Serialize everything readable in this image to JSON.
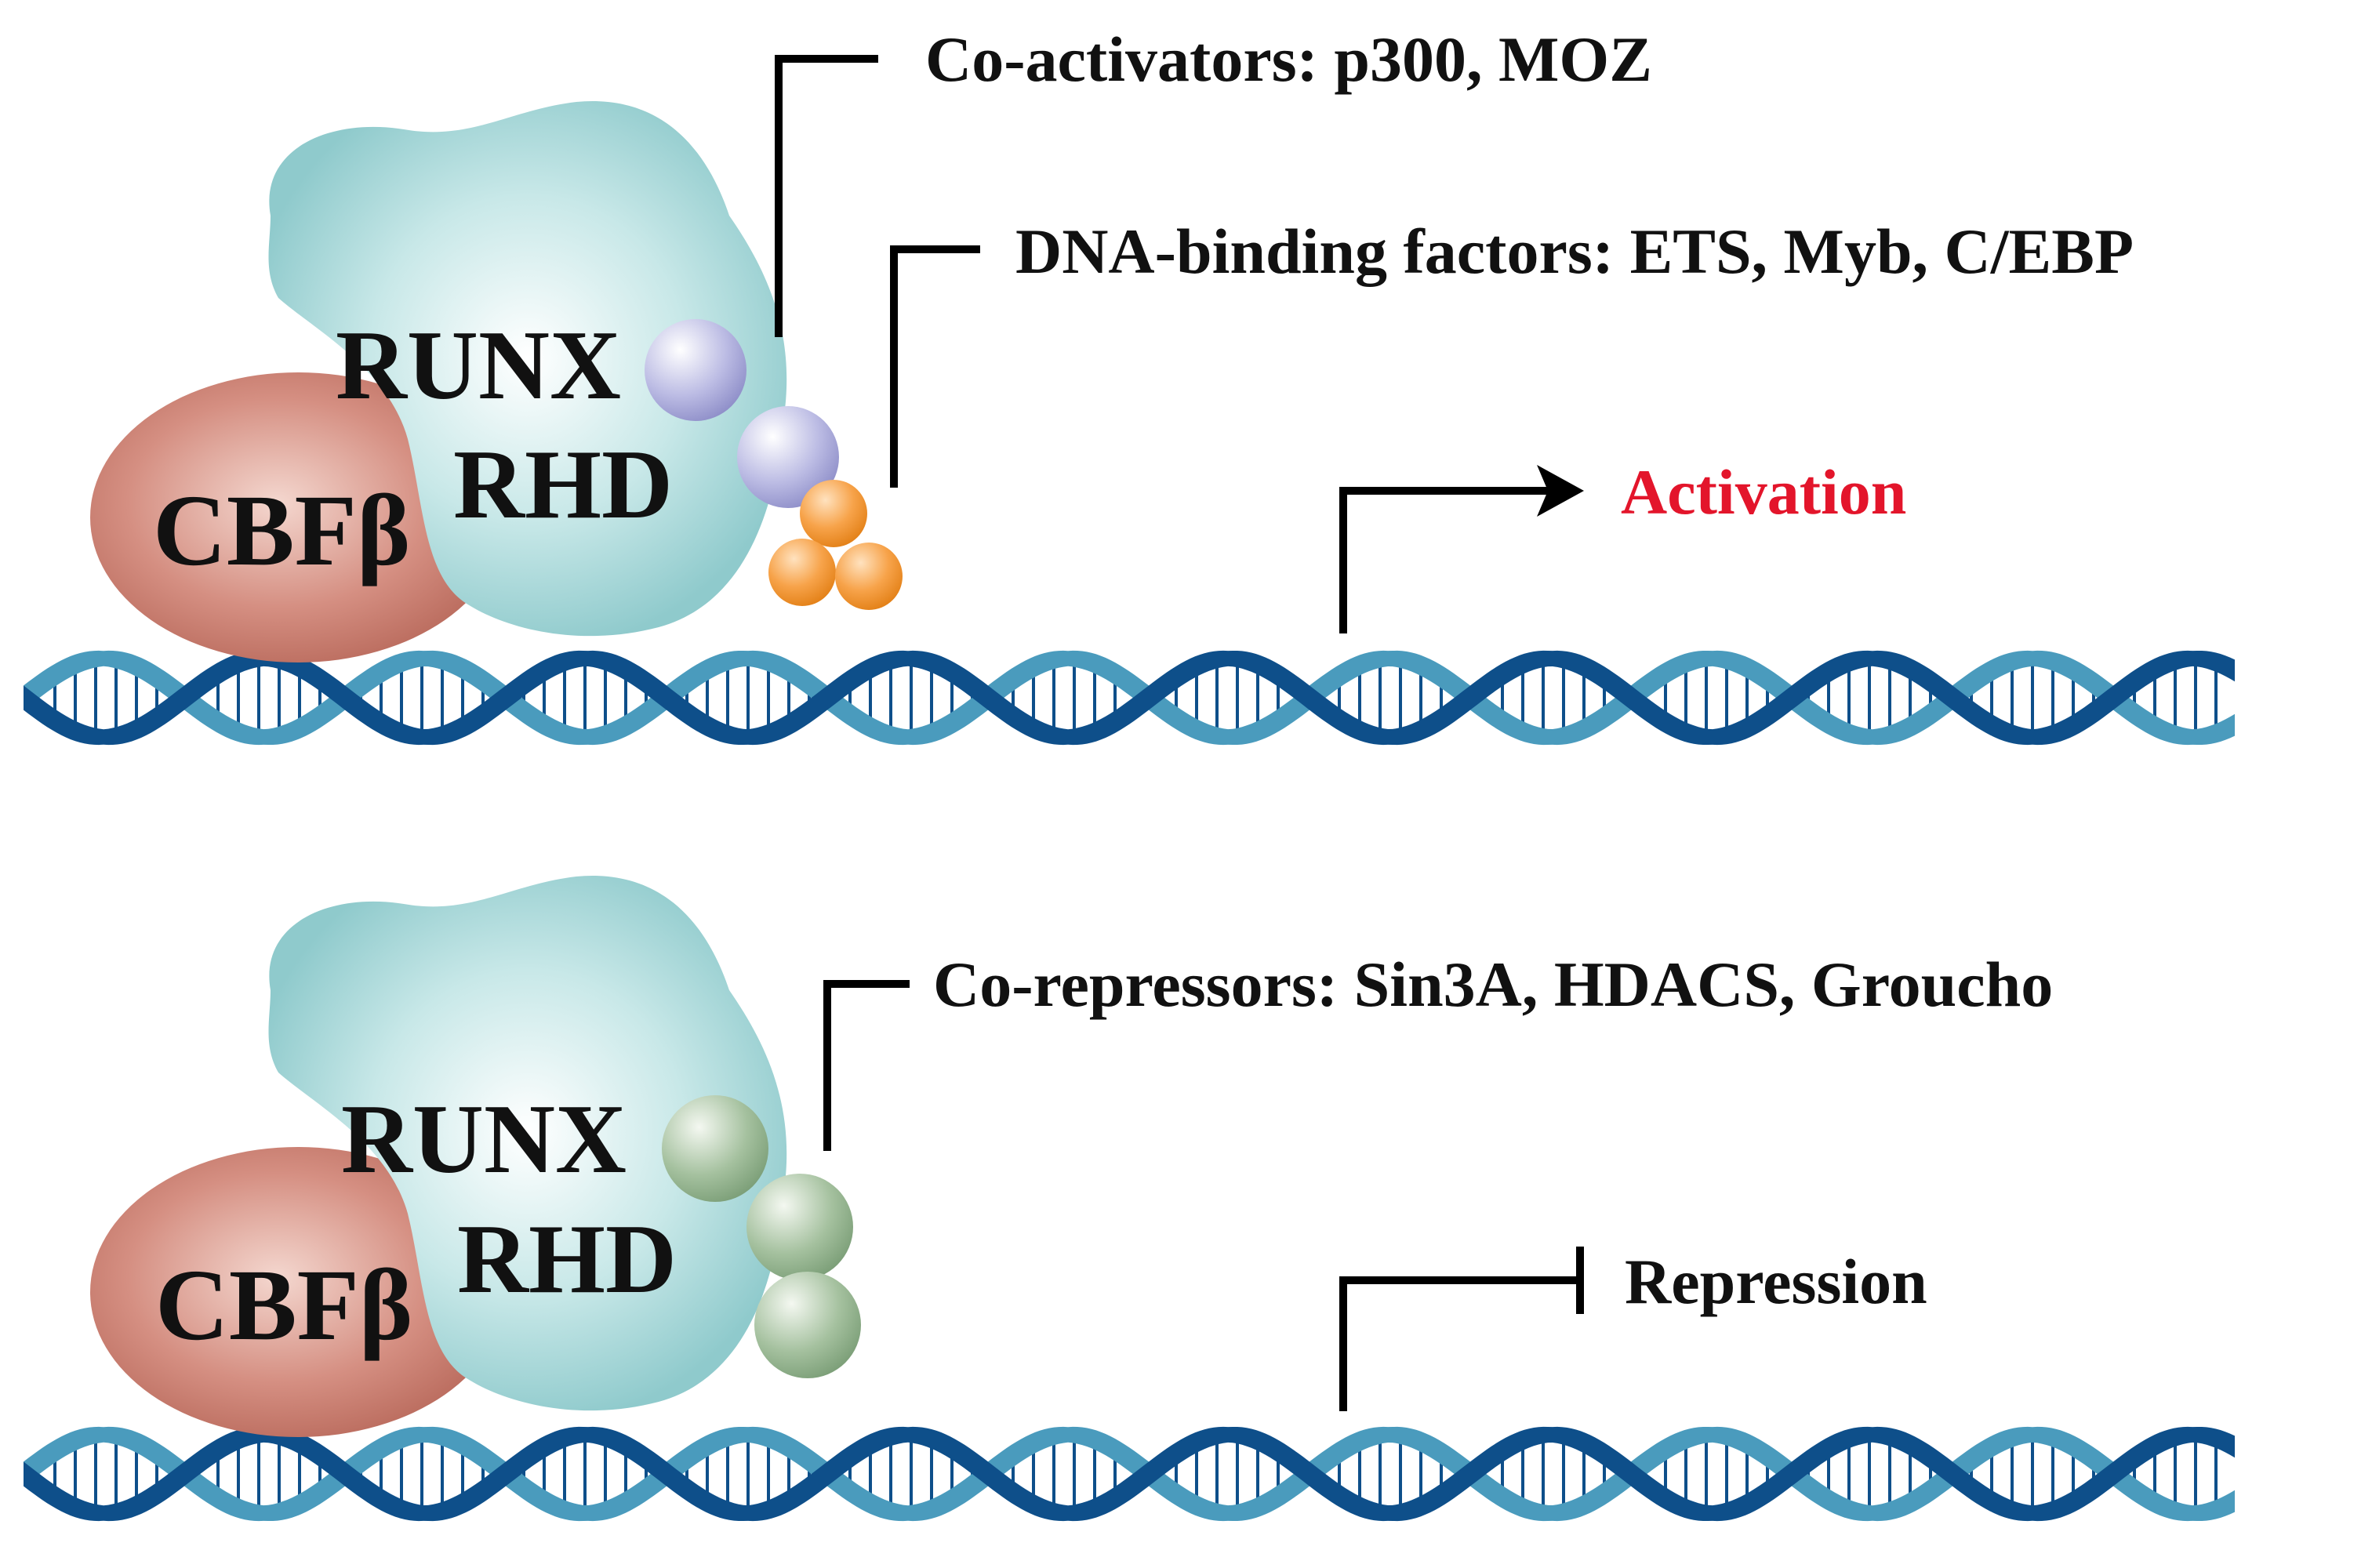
{
  "colors": {
    "background": "#ffffff",
    "dna_light_strand": "#4a9bbd",
    "dna_dark_strand": "#0e4f8a",
    "cbfb_fill": "#c97b6e",
    "runx_fill": "#a9d9da",
    "coactivator_fill": "#aeaedb",
    "dna_factor_fill": "#f39a3b",
    "corepressor_fill": "#94b48f",
    "activation_text": "#e3152b",
    "line": "#000000"
  },
  "panels": [
    {
      "mode": "activation",
      "cbfb_label": "CBFβ",
      "runx_label_line1": "RUNX",
      "runx_label_line2": "RHD",
      "callouts": [
        {
          "text": "Co-activators: p300, MOZ"
        },
        {
          "text": "DNA-binding factors: ETS, Myb, C/EBP"
        }
      ],
      "outcome": "Activation",
      "outcome_symbol": "arrow"
    },
    {
      "mode": "repression",
      "cbfb_label": "CBFβ",
      "runx_label_line1": "RUNX",
      "runx_label_line2": "RHD",
      "callouts": [
        {
          "text": "Co-repressors: Sin3A, HDACS, Groucho"
        }
      ],
      "outcome": "Repression",
      "outcome_symbol": "bar"
    }
  ]
}
